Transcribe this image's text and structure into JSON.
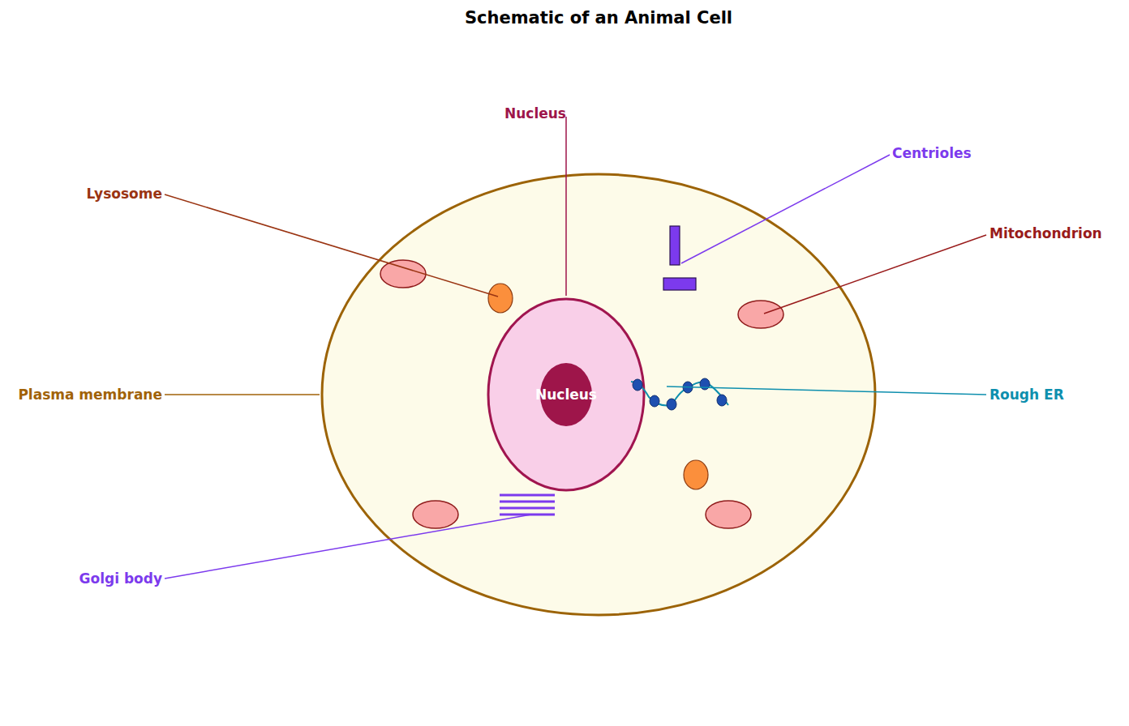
{
  "diagram": {
    "title": "Schematic of an Animal Cell",
    "nodes": [
      {
        "text": [
          "Nucleus"
        ]
      }
    ],
    "labels": [
      "Nucleus",
      "Centrioles",
      "Lysosome",
      "Mitochondrion",
      "Plasma membrane",
      "Rough ER",
      "Golgi body"
    ]
  }
}
